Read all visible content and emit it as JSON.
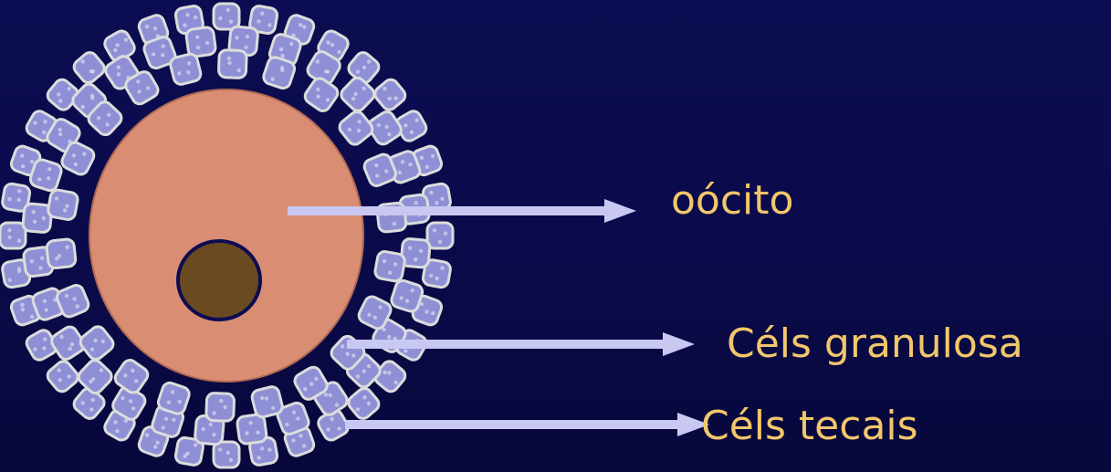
{
  "labels": {
    "oocyte": "oócito",
    "granulosa_cells": "Céls granulosa",
    "theca_cells": "Céls tecais"
  },
  "colors": {
    "background": "#0a0b4e",
    "label_text": "#f2c76b",
    "arrow": "#c9c8f2",
    "oocyte_cytoplasm": "#d98e74",
    "nucleus": "#6b4a1f",
    "follicle_cell": "#8f8fd6",
    "cell_border": "#dcdcdc"
  },
  "structure": {
    "granulosa_cells_per_ring": [
      22,
      28
    ],
    "theca_cells_per_ring": 36
  }
}
